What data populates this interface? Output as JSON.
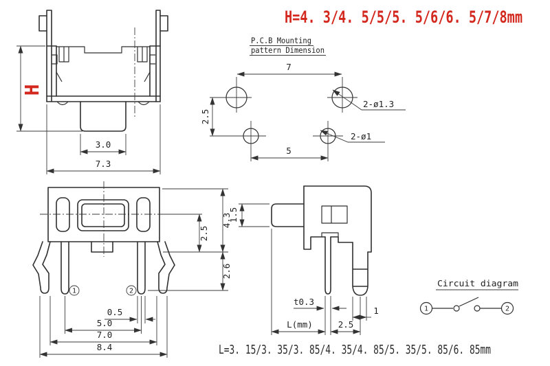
{
  "drawing": {
    "h_spec": "H=4. 3/4. 5/5/5. 5/6/6. 5/7/8mm",
    "l_spec": "L=3. 15/3. 35/3. 85/4. 35/4. 85/5. 35/5. 85/6. 85mm",
    "colors": {
      "spec_red": "#d3281e",
      "line": "#2f2f2f",
      "background": "#ffffff"
    },
    "front_view": {
      "height_label": "H",
      "button_width": "3.0",
      "body_width": "7.3"
    },
    "pcb_pattern": {
      "title_line1": "P.C.B Mounting",
      "title_line2": "pattern Dimension",
      "hole_span_top": "7",
      "row_spacing": "2.5",
      "hole_span_bottom": "5",
      "top_holes_label": "2-ø1.3",
      "bottom_holes_label": "2-ø1"
    },
    "top_view": {
      "body_height": "4.3",
      "center_offset": "2.5",
      "pin_length": "2.6",
      "pin_width": "0.5",
      "pin_pitch": "5.0",
      "leg_span": "7.0",
      "overall_width": "8.4",
      "terminal1": "1",
      "terminal2": "2"
    },
    "side_view": {
      "stem_width": "1.5",
      "pin_thickness": "t0.3",
      "pin_length_label": "L(mm)",
      "pin_to_leg": "2.5",
      "leg_width": "1"
    },
    "circuit": {
      "title": "Circuit diagram",
      "terminal1": "1",
      "terminal2": "2"
    }
  }
}
